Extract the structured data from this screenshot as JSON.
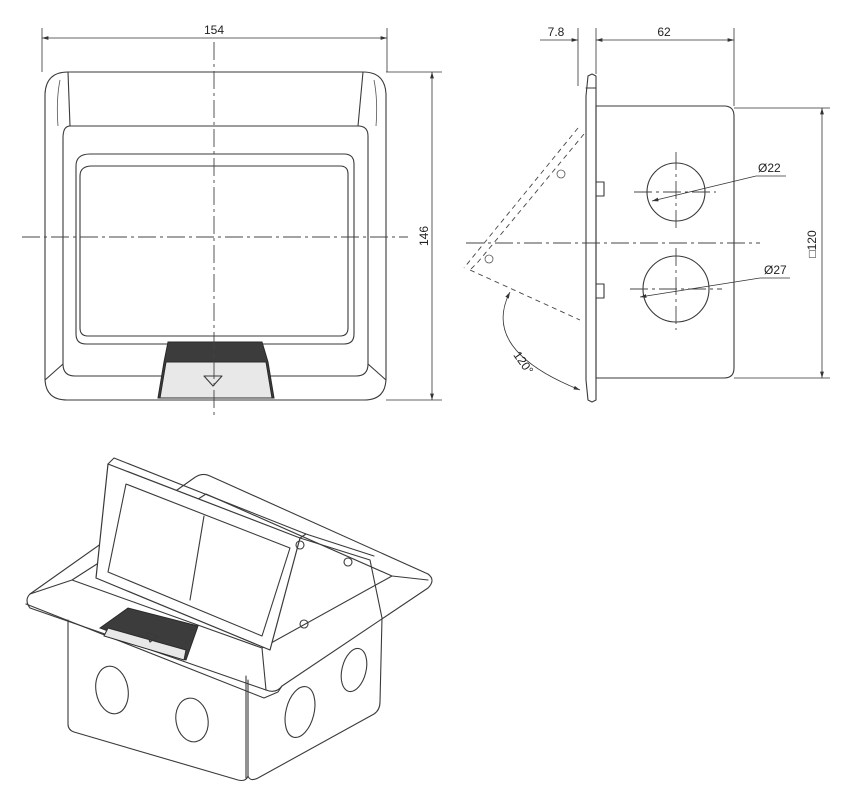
{
  "dimensions": {
    "width": "154",
    "height": "146",
    "lip_thickness": "7.8",
    "box_depth": "62",
    "box_side": "□120",
    "hole_small": "Ø22",
    "hole_large": "Ø27",
    "lid_angle": "120°"
  },
  "icons": {
    "front_latch": "down-triangle-icon",
    "iso_latch": "down-triangle-icon",
    "screws": "screw-icon"
  }
}
